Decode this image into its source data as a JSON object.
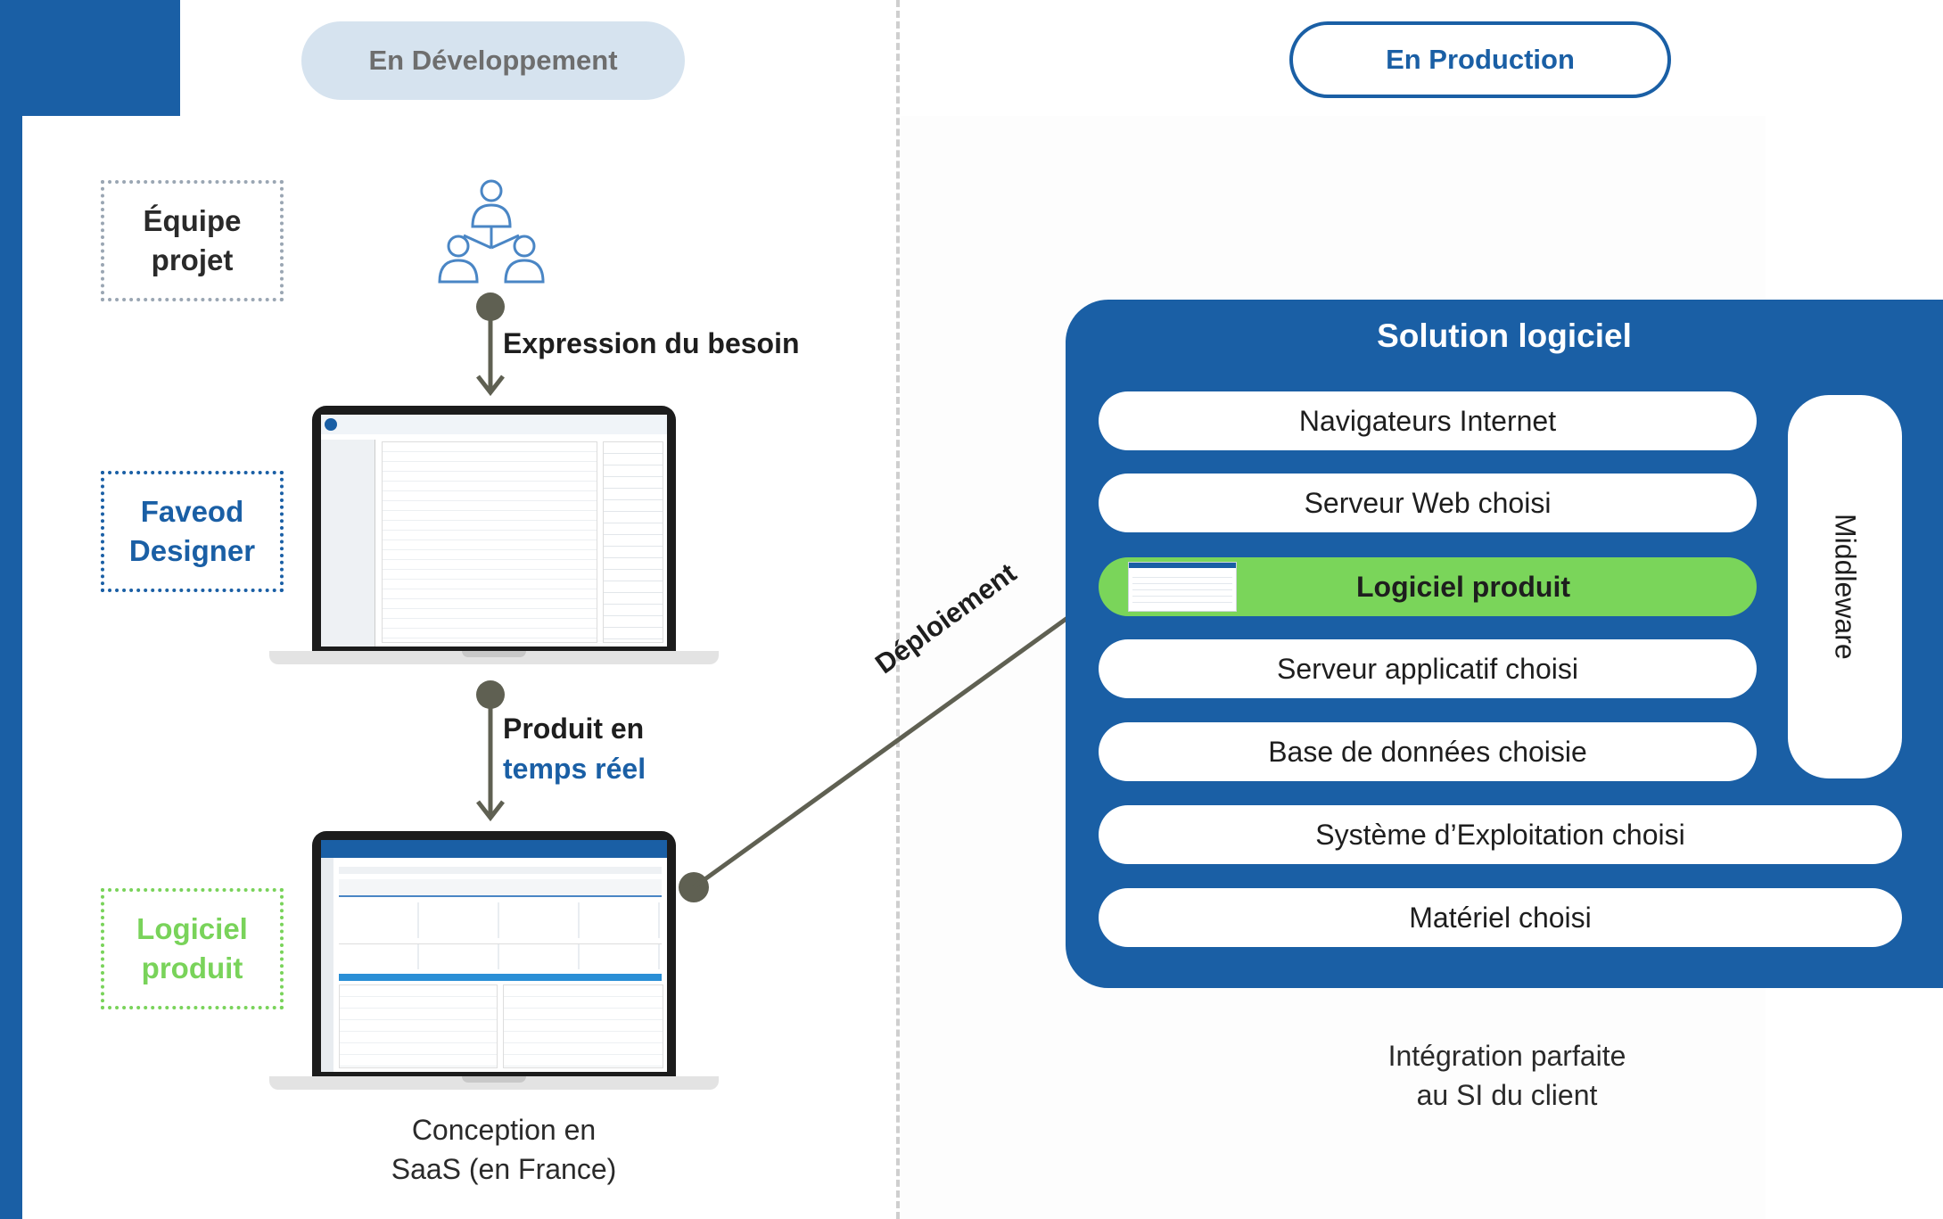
{
  "header": {
    "dev_label": "En Développement",
    "prod_label": "En Production"
  },
  "roles": {
    "team": [
      "Équipe",
      "projet"
    ],
    "designer": [
      "Faveod",
      "Designer"
    ],
    "product": [
      "Logiciel",
      "produit"
    ]
  },
  "steps": {
    "need": "Expression du besoin",
    "realtime_line1": "Produit en",
    "realtime_line2": "temps réel",
    "deploy": "Déploiement"
  },
  "dev_caption": [
    "Conception en",
    "SaaS (en France)"
  ],
  "solution": {
    "title": "Solution logiciel",
    "layers": [
      "Navigateurs Internet",
      "Serveur Web choisi",
      "Logiciel produit",
      "Serveur applicatif choisi",
      "Base de données choisie",
      "Système d’Exploitation choisi",
      "Matériel choisi"
    ],
    "middleware": "Middleware"
  },
  "prod_caption": [
    "Intégration parfaite",
    "au SI du client"
  ],
  "colors": {
    "brand_blue": "#1a5fa5",
    "green": "#7ad55a",
    "arrow": "#5f6052",
    "pill_dev_bg": "#d6e3ef"
  },
  "icons": {
    "team": "team-hierarchy-icon"
  }
}
